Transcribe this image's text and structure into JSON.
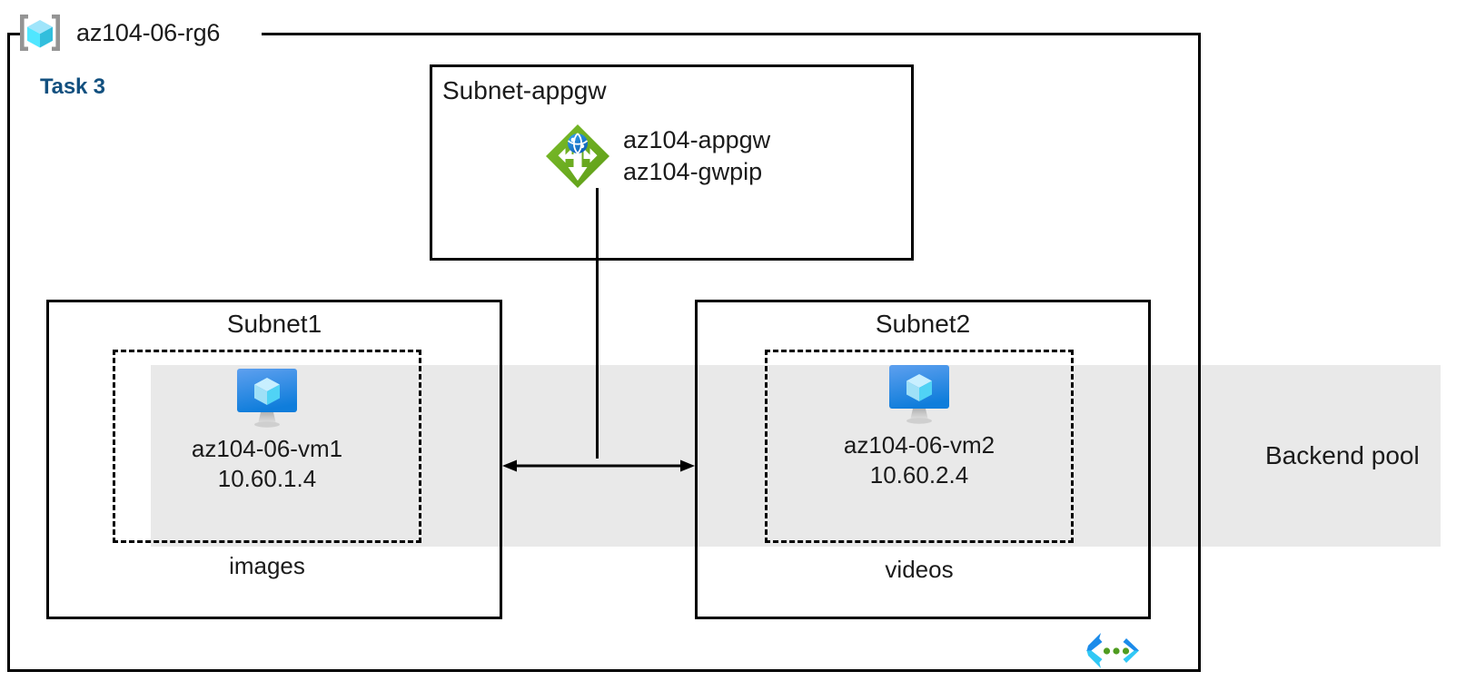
{
  "resource_group": {
    "name": "az104-06-rg6",
    "icon": "resource-group-cube-icon"
  },
  "task": {
    "label": "Task 3",
    "color": "#12507f"
  },
  "backend_pool": {
    "label": "Backend pool",
    "band_color": "#e9e9e9"
  },
  "subnets": [
    {
      "id": "subnet-appgw",
      "title": "Subnet-appgw",
      "resources": [
        {
          "icon": "application-gateway-icon",
          "lines": [
            "az104-appgw",
            "az104-gwpip"
          ]
        }
      ]
    },
    {
      "id": "subnet1",
      "title": "Subnet1",
      "caption": "images",
      "vm": {
        "icon": "virtual-machine-icon",
        "name": "az104-06-vm1",
        "ip": "10.60.1.4"
      }
    },
    {
      "id": "subnet2",
      "title": "Subnet2",
      "caption": "videos",
      "vm": {
        "icon": "virtual-machine-icon",
        "name": "az104-06-vm2",
        "ip": "10.60.2.4"
      }
    }
  ],
  "footer": {
    "icon": "code-brackets-icon"
  },
  "colors": {
    "appgw_green": "#6aab1f",
    "appgw_globe_blue": "#0f78d4",
    "vm_blue": "#1b8bea",
    "vm_cube_cyan": "#9fe5fb",
    "rg_bracket_gray": "#949494",
    "line_black": "#000000",
    "code_icon_blue": "#1b8bea",
    "code_icon_cyan": "#31c8f5",
    "code_icon_green": "#4f9c20"
  }
}
